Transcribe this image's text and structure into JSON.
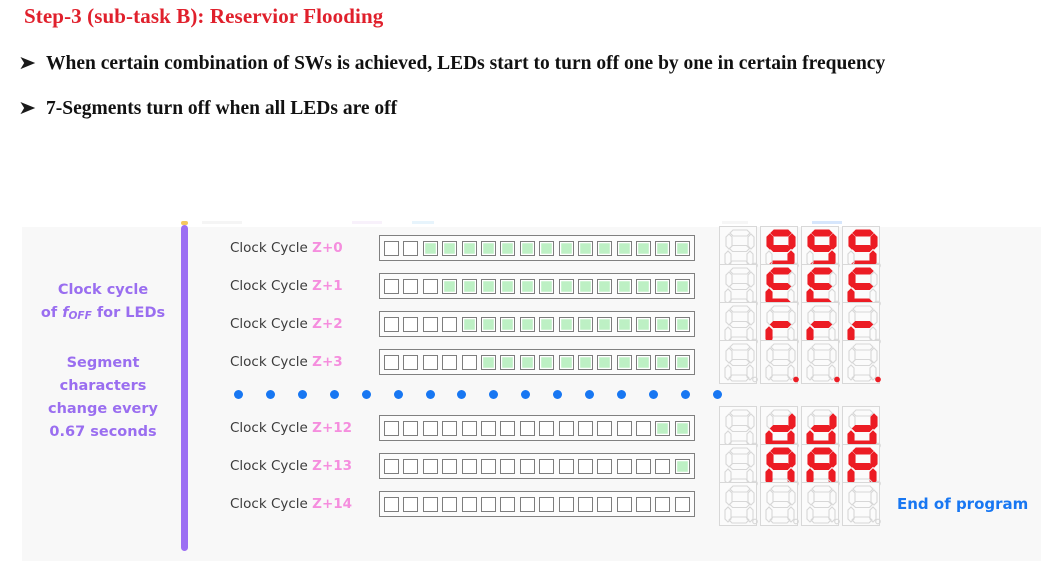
{
  "slide": {
    "title": "Step-3 (sub-task B): Reservior Flooding",
    "title_color": "#e0202c",
    "bullet_marker": "➤",
    "bullets": [
      "When certain combination of SWs is achieved, LEDs start to turn off one by one in certain frequency",
      "7-Segments turn off when all LEDs are off"
    ]
  },
  "figure": {
    "background": "#f8f8f8",
    "rule_color": "#9b6ef3",
    "caption_color": "#9a6ef0",
    "led_on_color": "#bdf0c4",
    "led_off_color": "#ffffff",
    "segment_on_color": "#ec1c24",
    "segment_off_color": "#d7d7d7",
    "dot_color": "#1877f2",
    "cycle_prefix_color": "#3b3b3b",
    "cycle_suffix_color": "#f58ede",
    "side_caption": {
      "line1_a": "Clock cycle",
      "line1_b_pre": "of ",
      "line1_b_italic": "f",
      "line1_b_sub": "OFF",
      "line1_b_post": " for LEDs",
      "line2": "Segment",
      "line3": "characters",
      "line4": "change every",
      "line5": "0.67 seconds"
    },
    "led_count": 16,
    "segment_digit_count": 4,
    "dot_count": 16,
    "end_label": "End of program",
    "rows": [
      {
        "label_prefix": "Clock Cycle ",
        "label_suffix": "Z+0",
        "leds": [
          0,
          0,
          1,
          1,
          1,
          1,
          1,
          1,
          1,
          1,
          1,
          1,
          1,
          1,
          1,
          1
        ],
        "segments": [
          "",
          "9",
          "9",
          "9"
        ],
        "dp": [
          false,
          false,
          false,
          false
        ]
      },
      {
        "label_prefix": "Clock Cycle ",
        "label_suffix": "Z+1",
        "leds": [
          0,
          0,
          0,
          1,
          1,
          1,
          1,
          1,
          1,
          1,
          1,
          1,
          1,
          1,
          1,
          1
        ],
        "segments": [
          "",
          "E",
          "E",
          "E"
        ],
        "dp": [
          false,
          false,
          false,
          false
        ]
      },
      {
        "label_prefix": "Clock Cycle ",
        "label_suffix": "Z+2",
        "leds": [
          0,
          0,
          0,
          0,
          1,
          1,
          1,
          1,
          1,
          1,
          1,
          1,
          1,
          1,
          1,
          1
        ],
        "segments": [
          "",
          "r",
          "r",
          "r"
        ],
        "dp": [
          false,
          false,
          false,
          false
        ]
      },
      {
        "label_prefix": "Clock Cycle ",
        "label_suffix": "Z+3",
        "leds": [
          0,
          0,
          0,
          0,
          0,
          1,
          1,
          1,
          1,
          1,
          1,
          1,
          1,
          1,
          1,
          1
        ],
        "segments": [
          "",
          "",
          "",
          ""
        ],
        "dp": [
          false,
          true,
          true,
          true
        ]
      },
      {
        "label_prefix": "Clock Cycle ",
        "label_suffix": "Z+12",
        "leds": [
          0,
          0,
          0,
          0,
          0,
          0,
          0,
          0,
          0,
          0,
          0,
          0,
          0,
          0,
          1,
          1
        ],
        "segments": [
          "",
          "d",
          "d",
          "d"
        ],
        "dp": [
          false,
          false,
          false,
          false
        ]
      },
      {
        "label_prefix": "Clock Cycle ",
        "label_suffix": "Z+13",
        "leds": [
          0,
          0,
          0,
          0,
          0,
          0,
          0,
          0,
          0,
          0,
          0,
          0,
          0,
          0,
          0,
          1
        ],
        "segments": [
          "",
          "A",
          "A",
          "A"
        ],
        "dp": [
          false,
          false,
          false,
          false
        ]
      },
      {
        "label_prefix": "Clock Cycle ",
        "label_suffix": "Z+14",
        "leds": [
          0,
          0,
          0,
          0,
          0,
          0,
          0,
          0,
          0,
          0,
          0,
          0,
          0,
          0,
          0,
          0
        ],
        "segments": [
          "",
          "",
          "",
          ""
        ],
        "dp": [
          false,
          false,
          false,
          false
        ]
      }
    ]
  }
}
